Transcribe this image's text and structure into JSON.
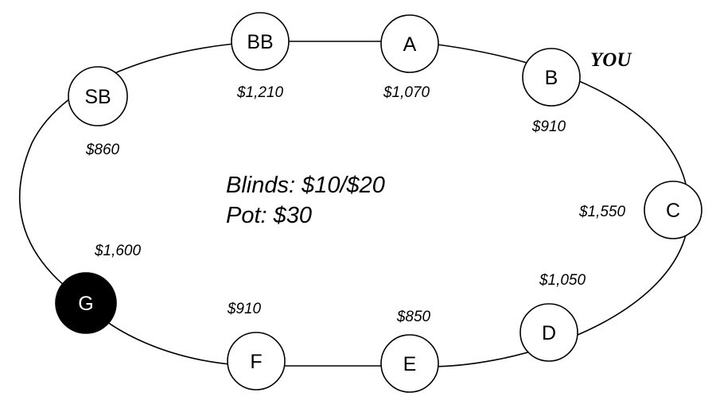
{
  "colors": {
    "line": "#000000",
    "seat_fill": "#ffffff",
    "dealer_fill": "#000000",
    "dealer_text": "#ffffff"
  },
  "center": {
    "blinds": "Blinds: $10/$20",
    "pot": "Pot: $30"
  },
  "you_label": "YOU",
  "seats": [
    {
      "label": "BB",
      "stack": "$1,210"
    },
    {
      "label": "A",
      "stack": "$1,070"
    },
    {
      "label": "B",
      "stack": "$910"
    },
    {
      "label": "C",
      "stack": "$1,550"
    },
    {
      "label": "D",
      "stack": "$1,050"
    },
    {
      "label": "E",
      "stack": "$850"
    },
    {
      "label": "F",
      "stack": "$910"
    },
    {
      "label": "G",
      "stack": "$1,600"
    },
    {
      "label": "SB",
      "stack": "$860"
    }
  ]
}
